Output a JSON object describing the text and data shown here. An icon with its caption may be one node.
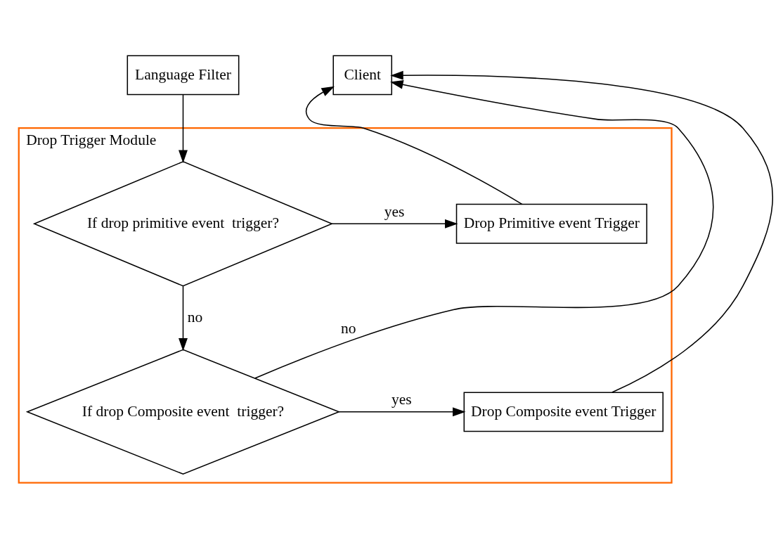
{
  "diagram": {
    "nodes": [
      {
        "text": [
          "Language Filter"
        ]
      },
      {
        "text": [
          "Client"
        ]
      },
      {
        "text": [
          "Drop Trigger Module"
        ]
      },
      {
        "text": [
          "If drop primitive event  trigger?"
        ],
        "in": 2
      },
      {
        "text": [
          "Drop Primitive event Trigger"
        ],
        "in": 2
      },
      {
        "text": [
          "If drop Composite event  trigger?"
        ],
        "in": 2
      },
      {
        "text": [
          "Drop Composite event Trigger"
        ],
        "in": 2
      }
    ],
    "edges": [
      {
        "from": 0,
        "to": 3,
        "arrow": "to"
      },
      {
        "from": 3,
        "to": 4,
        "arrow": "to",
        "label": "yes"
      },
      {
        "from": 3,
        "to": 5,
        "arrow": "to",
        "label": "no"
      },
      {
        "from": 5,
        "to": 6,
        "arrow": "to",
        "label": "yes"
      },
      {
        "from": 4,
        "to": 1,
        "arrow": "to"
      },
      {
        "from": 6,
        "to": 1,
        "arrow": "to"
      },
      {
        "from": 5,
        "to": 1,
        "arrow": "to",
        "label": "no"
      }
    ]
  }
}
